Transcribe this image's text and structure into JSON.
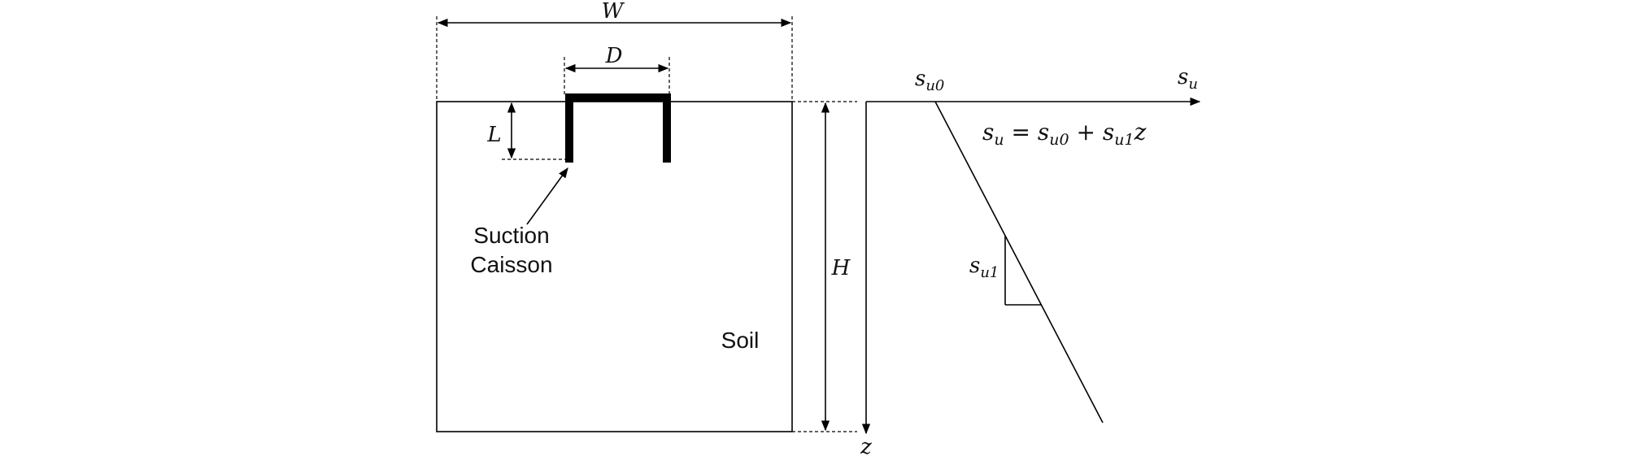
{
  "labels": {
    "width": "W",
    "diameter": "D",
    "length": "L",
    "height": "H",
    "caisson_line1": "Suction",
    "caisson_line2": "Caisson",
    "soil": "Soil",
    "depth_axis": "z",
    "strength_axis": {
      "base": "s",
      "sub": "u"
    },
    "su0": {
      "base": "s",
      "sub": "u0"
    },
    "su1": {
      "base": "s",
      "sub": "u1"
    }
  },
  "equation": {
    "lhs_base": "s",
    "lhs_sub": "u",
    "eq": " = ",
    "t1_base": "s",
    "t1_sub": "u0",
    "plus": " + ",
    "t2_base": "s",
    "t2_sub": "u1",
    "var": "z"
  },
  "colors": {
    "stroke": "#000000",
    "text": "#111111"
  }
}
